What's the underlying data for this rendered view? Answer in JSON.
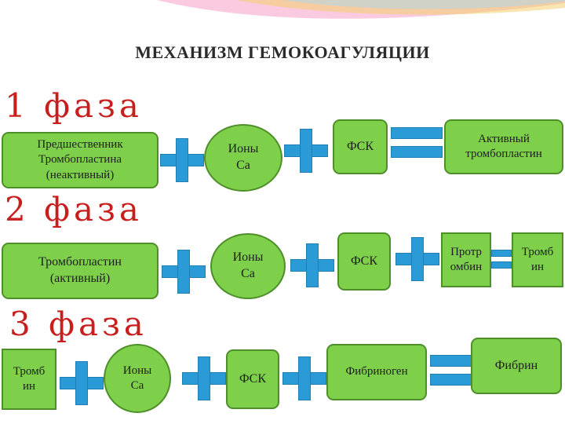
{
  "title": "МЕХАНИЗМ ГЕМОКОАГУЛЯЦИИ",
  "phases": [
    "1 фаза",
    "2 фаза",
    "3 фаза"
  ],
  "phase1": {
    "precursor": [
      "Предшественник",
      "Тромбопластина",
      "(неактивный)"
    ],
    "ions": [
      "Ионы",
      "Са"
    ],
    "fsk": "ФСК",
    "result": [
      "Активный",
      "тромбопластин"
    ]
  },
  "phase2": {
    "thromboplastin": [
      "Тромбопластин",
      "(активный)"
    ],
    "ions": [
      "Ионы",
      "Са"
    ],
    "fsk": "ФСК",
    "prothrombin": [
      "Протр",
      "омбин"
    ],
    "thrombin": [
      "Тромб",
      "ин"
    ]
  },
  "phase3": {
    "thrombin": [
      "Тромб",
      "ин"
    ],
    "ions": [
      "Ионы",
      "Са"
    ],
    "fsk": "ФСК",
    "fibrinogen": "Фибриноген",
    "fibrin": "Фибрин"
  },
  "colors": {
    "box_fill": "#7ed04b",
    "operator": "#2a9bd6",
    "phase_label": "#c81e1e"
  }
}
